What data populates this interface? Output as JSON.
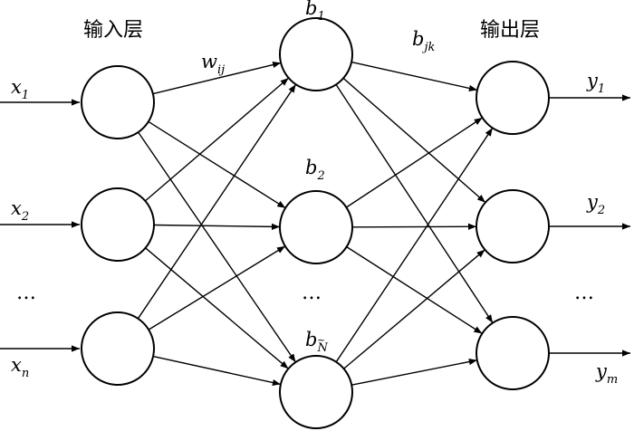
{
  "layers": {
    "input_label": "输入层",
    "output_label": "输出层"
  },
  "labels": {
    "x1": {
      "base": "x",
      "sub": "1"
    },
    "x2": {
      "base": "x",
      "sub": "2"
    },
    "xn": {
      "base": "x",
      "sub": "n"
    },
    "y1": {
      "base": "y",
      "sub": "1"
    },
    "y2": {
      "base": "y",
      "sub": "2"
    },
    "ym": {
      "base": "y",
      "sub": "m"
    },
    "b1": {
      "base": "b",
      "sub": "1"
    },
    "b2": {
      "base": "b",
      "sub": "2"
    },
    "bN": {
      "base": "b",
      "sub": "N",
      "accent": "~"
    },
    "wij": {
      "base": "w",
      "sub": "ij"
    },
    "bjk": {
      "base": "b",
      "sub": "jk"
    }
  },
  "ellipsis": "…"
}
